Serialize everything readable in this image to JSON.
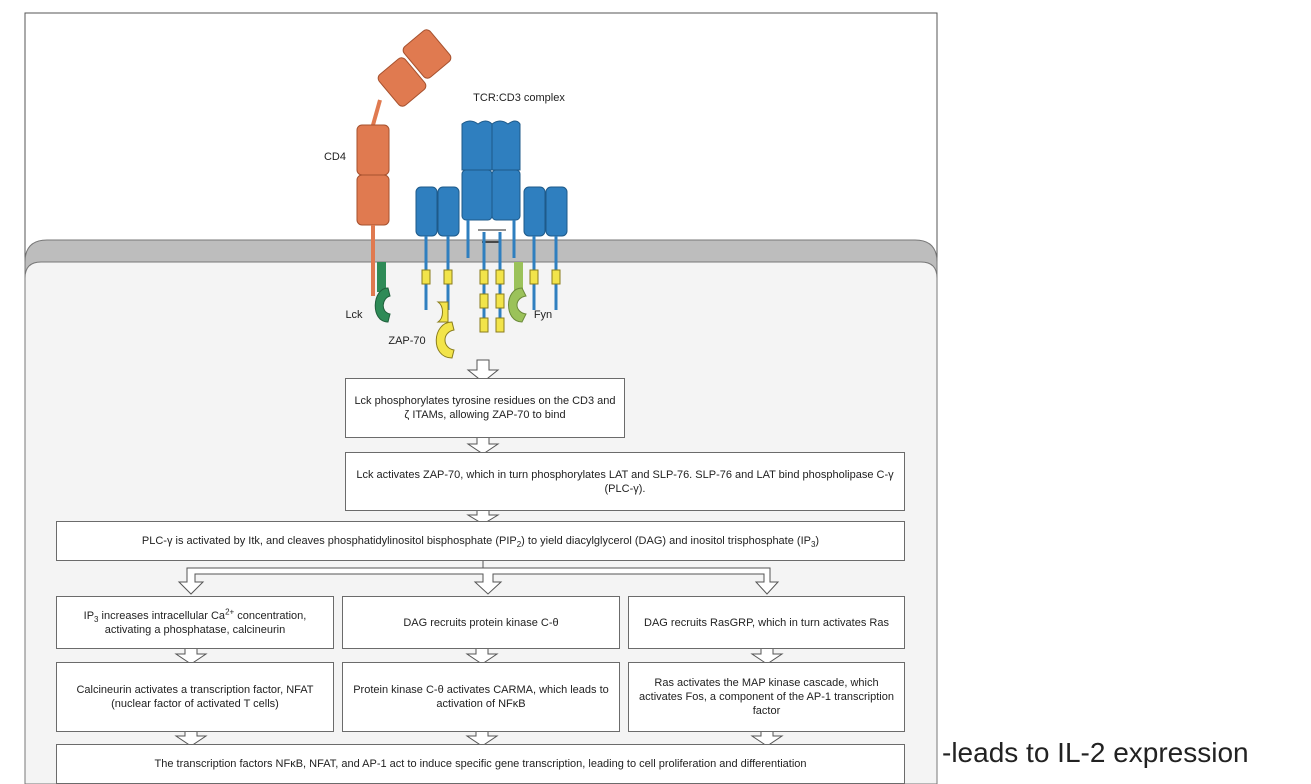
{
  "labels": {
    "tcr_complex": "TCR:CD3 complex",
    "cd4": "CD4",
    "lck": "Lck",
    "zap70": "ZAP-70",
    "fyn": "Fyn"
  },
  "steps": {
    "step1": "Lck phosphorylates tyrosine residues on the CD3 and ζ ITAMs, allowing ZAP-70 to bind",
    "step2": "Lck activates ZAP-70, which in turn phosphorylates LAT and SLP-76. SLP-76 and LAT bind phospholipase C-γ (PLC-γ).",
    "step3_pre": "PLC-γ is activated by Itk, and cleaves phosphatidylinositol bisphosphate (PIP",
    "step3_sub1": "2",
    "step3_mid": ") to yield diacylglycerol (DAG) and inositol trisphosphate (IP",
    "step3_sub2": "3",
    "step3_post": ")",
    "left1_a": "IP",
    "left1_sub": "3",
    "left1_b": " increases intracellular Ca",
    "left1_sup": "2+",
    "left1_c": " concentration, activating a phosphatase, calcineurin",
    "mid1": "DAG recruits protein kinase C-θ",
    "right1": "DAG recruits RasGRP, which in turn activates Ras",
    "left2": "Calcineurin activates a transcription factor, NFAT (nuclear factor of activated T cells)",
    "mid2": "Protein kinase C-θ activates CARMA, which leads to activation of NFκB",
    "right2": "Ras activates the MAP kinase cascade, which activates Fos, a component of the AP-1 transcription factor",
    "final": "The transcription factors NFκB, NFAT, and AP-1 act to induce specific gene transcription, leading to cell proliferation and differentiation"
  },
  "annotation": "-leads to IL-2 expression",
  "colors": {
    "cd4": "#e07a50",
    "tcr": "#2f7fbf",
    "lck": "#2e8b57",
    "zap70": "#f2e44a",
    "fyn": "#9bc25a",
    "itam": "#f2e44a",
    "membrane": "#bdbdbd",
    "cytoplasm": "#f4f4f4"
  }
}
